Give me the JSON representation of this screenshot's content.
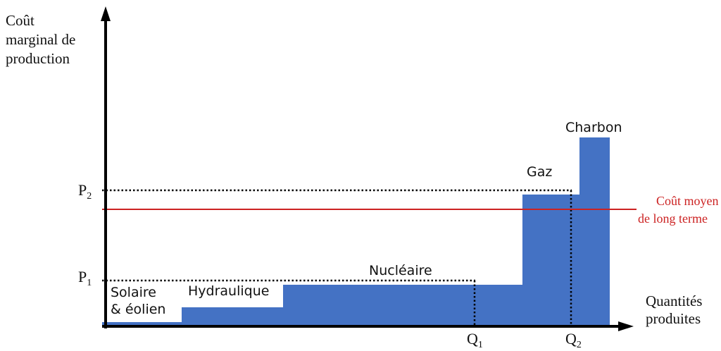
{
  "diagram": {
    "axes": {
      "y_label_lines": [
        "Coût",
        "marginal de",
        "production"
      ],
      "x_label_lines": [
        "Quantités",
        "produites"
      ]
    },
    "price_levels": [
      {
        "letter": "P",
        "sub": "1"
      },
      {
        "letter": "P",
        "sub": "2"
      }
    ],
    "quantity_levels": [
      {
        "letter": "Q",
        "sub": "1"
      },
      {
        "letter": "Q",
        "sub": "2"
      }
    ],
    "blocks": [
      {
        "name": "Solaire & éolien",
        "label_lines": [
          "Solaire",
          "& éolien"
        ],
        "cost_level": "lowest"
      },
      {
        "name": "Hydraulique",
        "label_lines": [
          "Hydraulique"
        ],
        "cost_level": "low"
      },
      {
        "name": "Nucléaire",
        "label_lines": [
          "Nucléaire"
        ],
        "cost_level": "medium-low"
      },
      {
        "name": "Gaz",
        "label_lines": [
          "Gaz"
        ],
        "cost_level": "high"
      },
      {
        "name": "Charbon",
        "label_lines": [
          "Charbon"
        ],
        "cost_level": "highest"
      }
    ],
    "reference_line": {
      "label_lines": [
        "Coût moyen",
        "de long terme"
      ],
      "color": "#cc2222"
    },
    "colors": {
      "bars": "#4472c4",
      "axes": "#000000",
      "dotted": "#000000"
    }
  }
}
